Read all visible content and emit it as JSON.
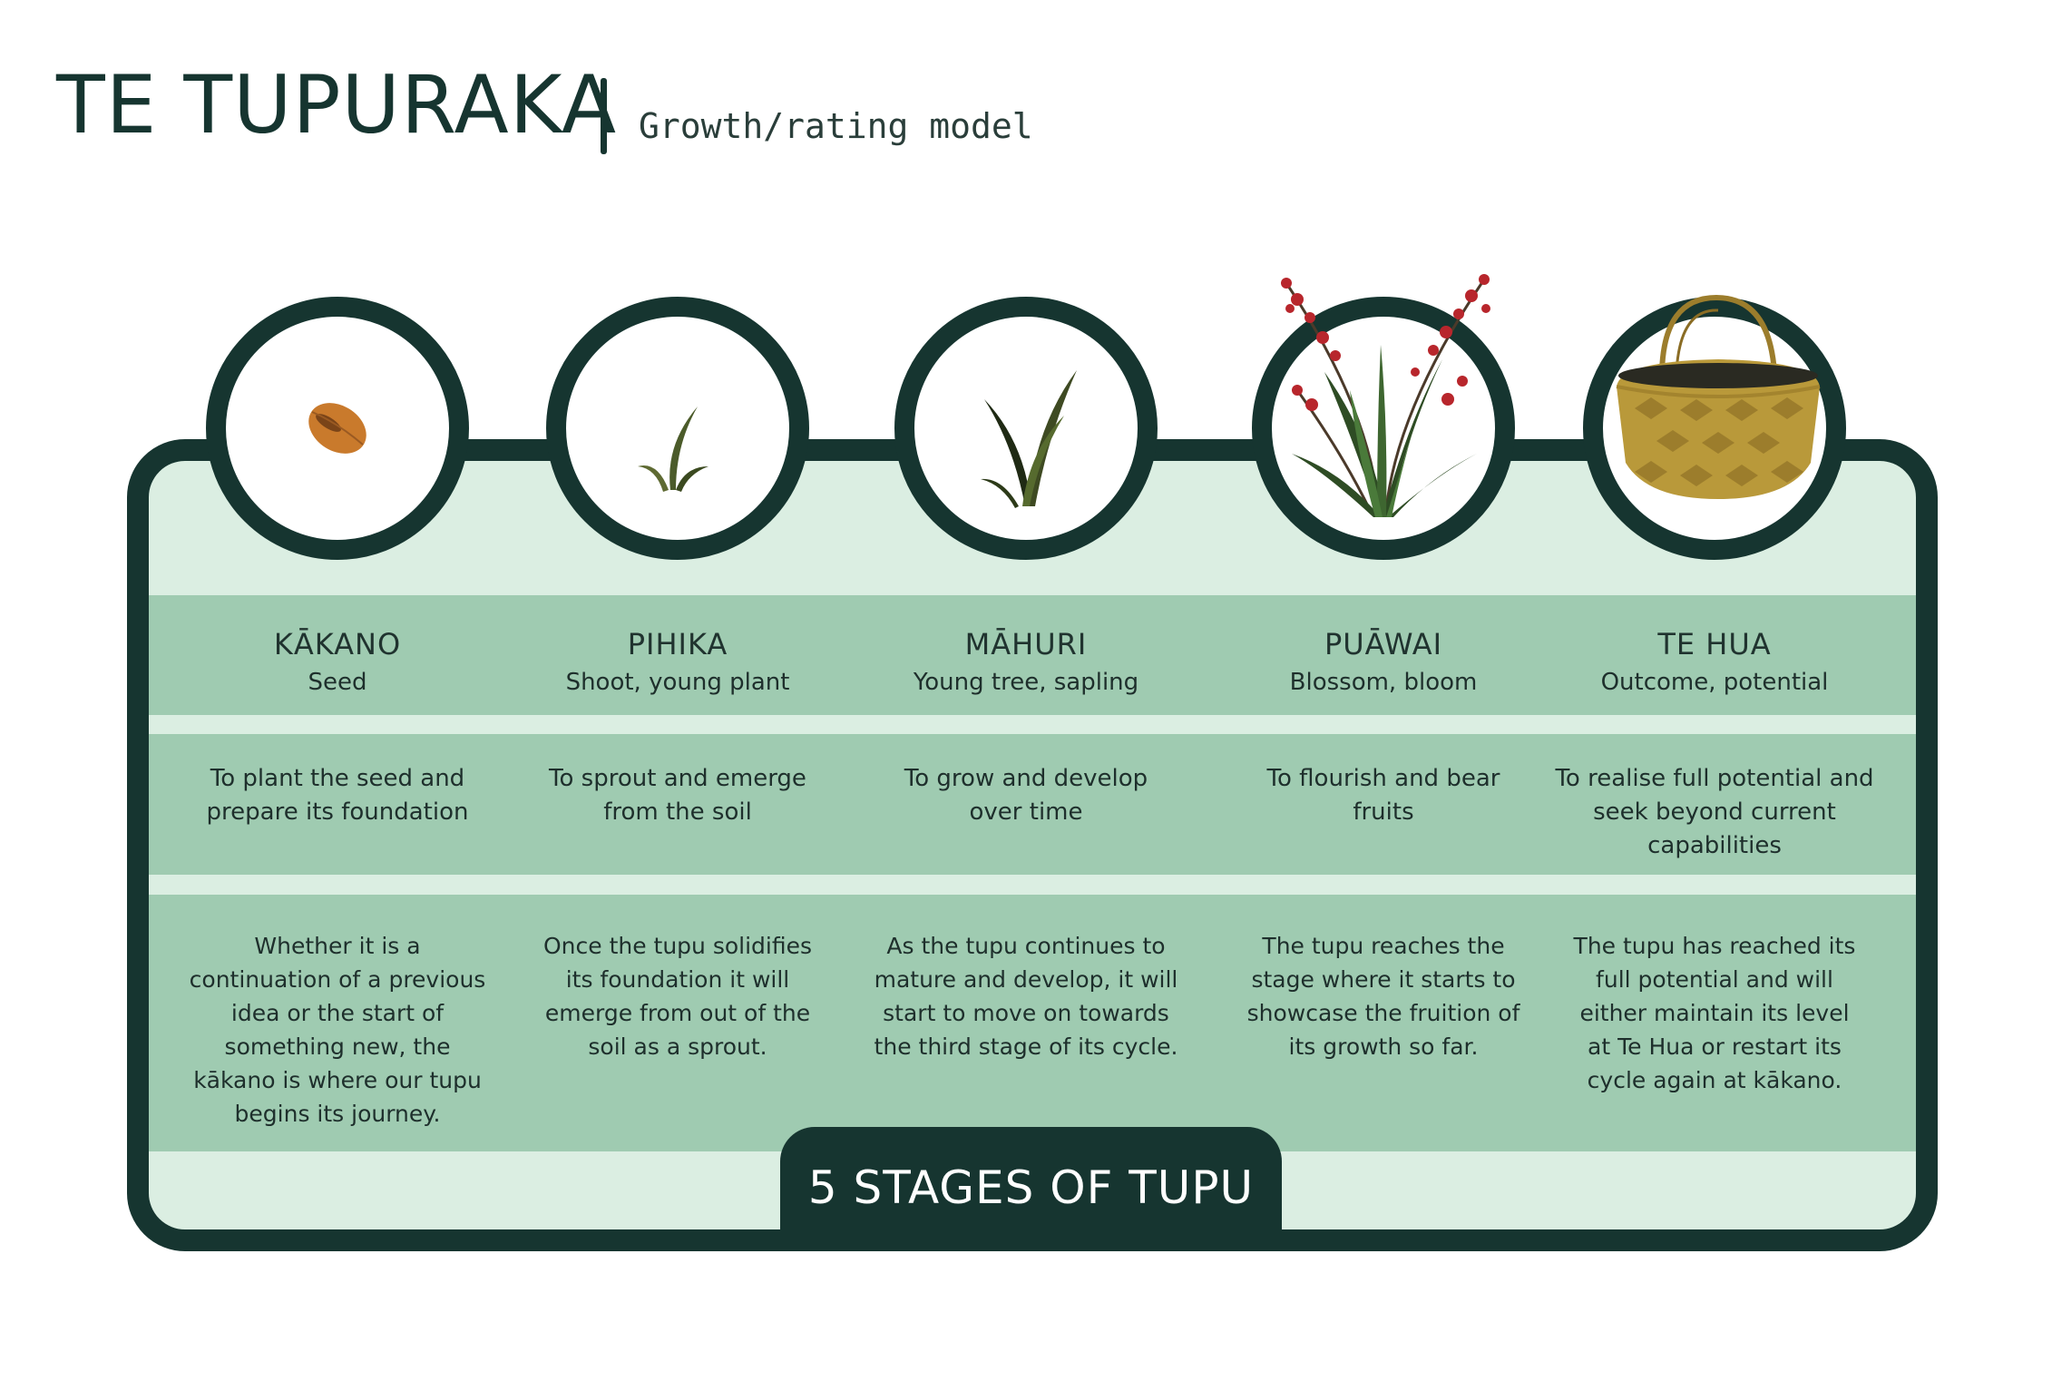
{
  "header": {
    "title": "TE TUPURAKA",
    "subtitle": "Growth/rating model"
  },
  "stages": [
    {
      "name": "KĀKANO",
      "translation": "Seed",
      "aim": "To plant the seed and prepare its foundation",
      "description": "Whether it is a continuation of a previous idea or the start of something new, the kākano is where our tupu begins its journey.",
      "icon": "seed-icon"
    },
    {
      "name": "PIHIKA",
      "translation": "Shoot, young plant",
      "aim": "To sprout and emerge from the soil",
      "description": "Once the tupu solidifies its foundation it will emerge from out of the soil as a sprout.",
      "icon": "shoot-icon"
    },
    {
      "name": "MĀHURI",
      "translation": "Young tree, sapling",
      "aim": "To grow and develop over time",
      "description": "As the tupu continues to mature and develop, it will start to move on towards the third stage of its cycle.",
      "icon": "sapling-icon"
    },
    {
      "name": "PUĀWAI",
      "translation": "Blossom, bloom",
      "aim": "To flourish and bear fruits",
      "description": "The tupu reaches the stage where it starts to showcase the fruition of its growth so far.",
      "icon": "flowering-flax-icon"
    },
    {
      "name": "TE HUA",
      "translation": "Outcome, potential",
      "aim": "To realise full potential and seek beyond current capabilities",
      "description": "The tupu has reached its full potential and will either maintain its level at Te Hua or restart its cycle again at kākano.",
      "icon": "woven-basket-icon"
    }
  ],
  "footer": {
    "label": "5 STAGES OF TUPU"
  },
  "colors": {
    "dark_green": "#163530",
    "band_green": "#9fcbb1",
    "panel_light": "#dbeee2",
    "seed": "#c97a2c",
    "leaf": "#3e4a22",
    "flax_flower": "#b8262c",
    "basket": "#b9993a"
  }
}
